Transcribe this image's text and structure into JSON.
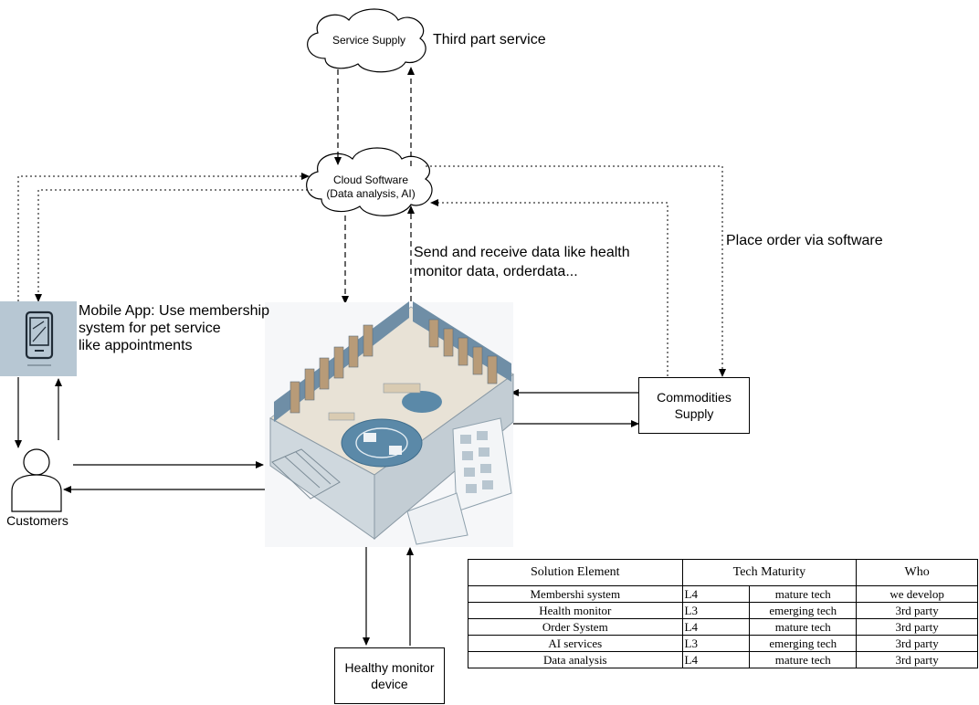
{
  "nodes": {
    "service_supply": "Service Supply",
    "third_party_label": "Third part service",
    "cloud_line1": "Cloud Software",
    "cloud_line2": "(Data analysis, AI)",
    "send_receive_line1": "Send and receive data like health",
    "send_receive_line2": "monitor data, orderdata...",
    "place_order": "Place order via software",
    "mobile_app_line1": "Mobile App: Use membership",
    "mobile_app_line2": "system for pet service",
    "mobile_app_line3": "like appointments",
    "commodities_line1": "Commodities",
    "commodities_line2": "Supply",
    "customers": "Customers",
    "monitor_line1": "Healthy monitor",
    "monitor_line2": "device"
  },
  "colors": {
    "floor_blue": "#5b89a8",
    "wall_tone": "#c9b79a",
    "phone_bg": "#b7c7d3"
  },
  "table": {
    "headers": [
      "Solution Element",
      "Tech Maturity",
      "Who"
    ],
    "rows": [
      {
        "element": "Membershi system",
        "level": "L4",
        "maturity": "mature tech",
        "who": "we develop"
      },
      {
        "element": "Health monitor",
        "level": "L3",
        "maturity": "emerging tech",
        "who": "3rd party"
      },
      {
        "element": "Order System",
        "level": "L4",
        "maturity": "mature tech",
        "who": "3rd party"
      },
      {
        "element": "AI services",
        "level": "L3",
        "maturity": "emerging tech",
        "who": "3rd party"
      },
      {
        "element": "Data analysis",
        "level": "L4",
        "maturity": "mature tech",
        "who": "3rd party"
      }
    ]
  }
}
